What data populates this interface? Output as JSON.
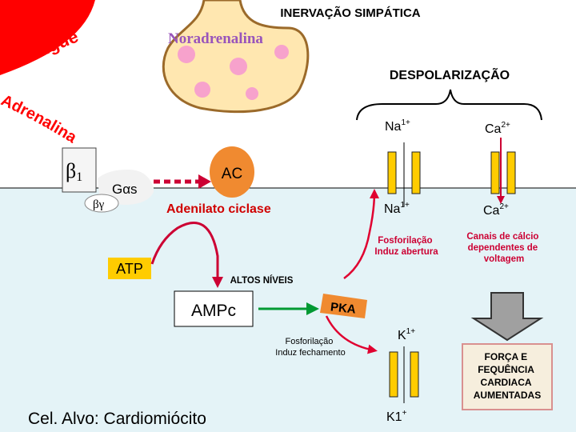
{
  "title": "INERVAÇÃO SIMPÁTICA",
  "blood_label": "sangue",
  "adrenaline_label": "Adrenalina",
  "noradrenaline_label": "Noradrenalina",
  "depolarization_label": "DESPOLARIZAÇÃO",
  "na_outside": {
    "base": "Na",
    "sup": "1+"
  },
  "ca_outside": {
    "base": "Ca",
    "sup": "2+"
  },
  "beta1_label": {
    "base": "β",
    "sub": "1"
  },
  "gas_label": "Gαs",
  "bg_label": "βγ",
  "ac_label": "AC",
  "adenylate_label": "Adenilato ciclase",
  "na_inside": {
    "base": "Na",
    "sup": "1+"
  },
  "ca_inside": {
    "base": "Ca",
    "sup": "2+"
  },
  "phospho_open": [
    "Fosforilação",
    "Induz abertura"
  ],
  "ca_channels_note": [
    "Canais de cálcio",
    "dependentes de",
    "voltagem"
  ],
  "atp_label": "ATP",
  "high_levels_label": "ALTOS NÍVEIS",
  "camp_label": "AMPc",
  "pka_label": "PKA",
  "k_upper": {
    "base": "K",
    "sup": "1+"
  },
  "phospho_close": [
    "Fosforilação",
    "Induz fechamento"
  ],
  "force_box": [
    "FORÇA E",
    "FEQUÊNCIA",
    "CARDIACA",
    "AUMENTADAS"
  ],
  "target_cell_label": "Cel. Alvo: Cardiomiócito",
  "k_lower": {
    "base": "K1",
    "sup": "+"
  },
  "colors": {
    "red": "#ff0000",
    "vesicle_terminal": "#ffe7b0",
    "vesicle": "#f7a2cc",
    "cell": "#e4f3f7",
    "orange": "#f08a30",
    "green": "#009933",
    "yellow": "#ffcc00",
    "crimson": "#cc0033",
    "box_border": "#d99090",
    "box_fill": "#f6eedd"
  },
  "icons": [
    "receptor-box",
    "ion-channel",
    "down-arrow"
  ]
}
